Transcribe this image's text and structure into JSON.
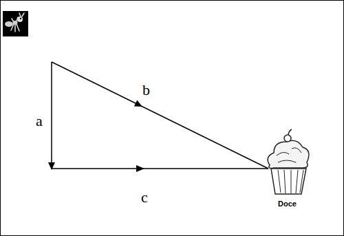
{
  "diagram": {
    "labels": [
      "a",
      "b",
      "c",
      "Doce"
    ]
  }
}
